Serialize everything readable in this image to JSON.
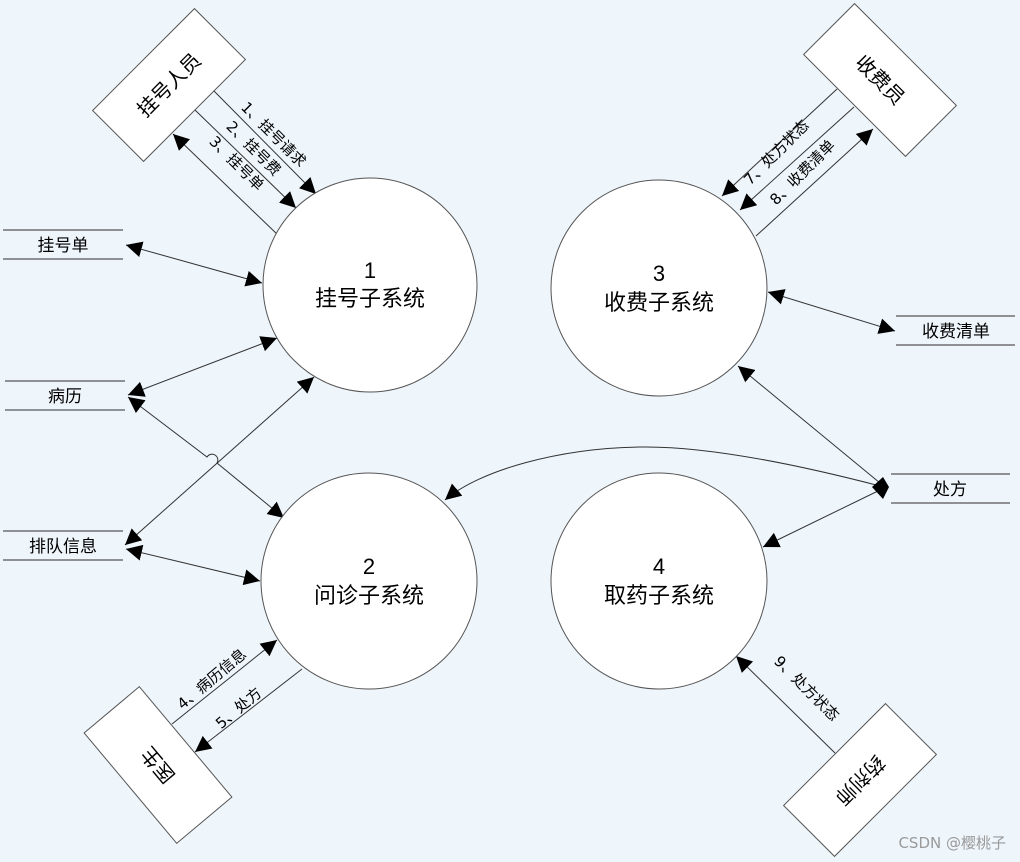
{
  "diagram": {
    "type": "data-flow-diagram",
    "background_color": "#eef5fb",
    "processes": [
      {
        "id": "p1",
        "number": "1",
        "name": "挂号子系统"
      },
      {
        "id": "p2",
        "number": "2",
        "name": "问诊子系统"
      },
      {
        "id": "p3",
        "number": "3",
        "name": "收费子系统"
      },
      {
        "id": "p4",
        "number": "4",
        "name": "取药子系统"
      }
    ],
    "entities": [
      {
        "id": "e_registrar",
        "name": "挂号人员"
      },
      {
        "id": "e_cashier",
        "name": "收费员"
      },
      {
        "id": "e_doctor",
        "name": "医生"
      },
      {
        "id": "e_pharmacist",
        "name": "药剂师"
      }
    ],
    "data_stores": [
      {
        "id": "s_reg_slip",
        "name": "挂号单"
      },
      {
        "id": "s_record",
        "name": "病历"
      },
      {
        "id": "s_queue",
        "name": "排队信息"
      },
      {
        "id": "s_bill",
        "name": "收费清单"
      },
      {
        "id": "s_prescription",
        "name": "处方"
      }
    ],
    "flows": [
      {
        "id": "f1",
        "label": "1、挂号请求",
        "from": "挂号人员",
        "to": "挂号子系统"
      },
      {
        "id": "f2",
        "label": "2、挂号费",
        "from": "挂号人员",
        "to": "挂号子系统"
      },
      {
        "id": "f3",
        "label": "3、挂号单",
        "from": "挂号子系统",
        "to": "挂号人员"
      },
      {
        "id": "f4",
        "label": "4、病历信息",
        "from": "医生",
        "to": "问诊子系统"
      },
      {
        "id": "f5",
        "label": "5、处方",
        "from": "问诊子系统",
        "to": "医生"
      },
      {
        "id": "f7",
        "label": "7、处方状态",
        "from": "收费员",
        "to": "收费子系统"
      },
      {
        "id": "f8",
        "label": "8、收费清单",
        "from": "收费子系统",
        "to": "收费员"
      },
      {
        "id": "f9",
        "label": "9、处方状态",
        "from": "药剂师",
        "to": "取药子系统"
      }
    ],
    "unlabeled_links": [
      {
        "between": [
          "挂号单",
          "挂号子系统"
        ],
        "direction": "both"
      },
      {
        "between": [
          "病历",
          "挂号子系统"
        ],
        "direction": "both"
      },
      {
        "between": [
          "病历",
          "问诊子系统"
        ],
        "direction": "both"
      },
      {
        "between": [
          "排队信息",
          "挂号子系统"
        ],
        "direction": "both"
      },
      {
        "between": [
          "排队信息",
          "问诊子系统"
        ],
        "direction": "both"
      },
      {
        "between": [
          "收费清单",
          "收费子系统"
        ],
        "direction": "both"
      },
      {
        "between": [
          "处方",
          "收费子系统"
        ],
        "direction": "both"
      },
      {
        "between": [
          "处方",
          "问诊子系统"
        ],
        "direction": "to-process"
      },
      {
        "between": [
          "处方",
          "取药子系统"
        ],
        "direction": "both"
      }
    ],
    "watermark": "CSDN @樱桃子"
  }
}
